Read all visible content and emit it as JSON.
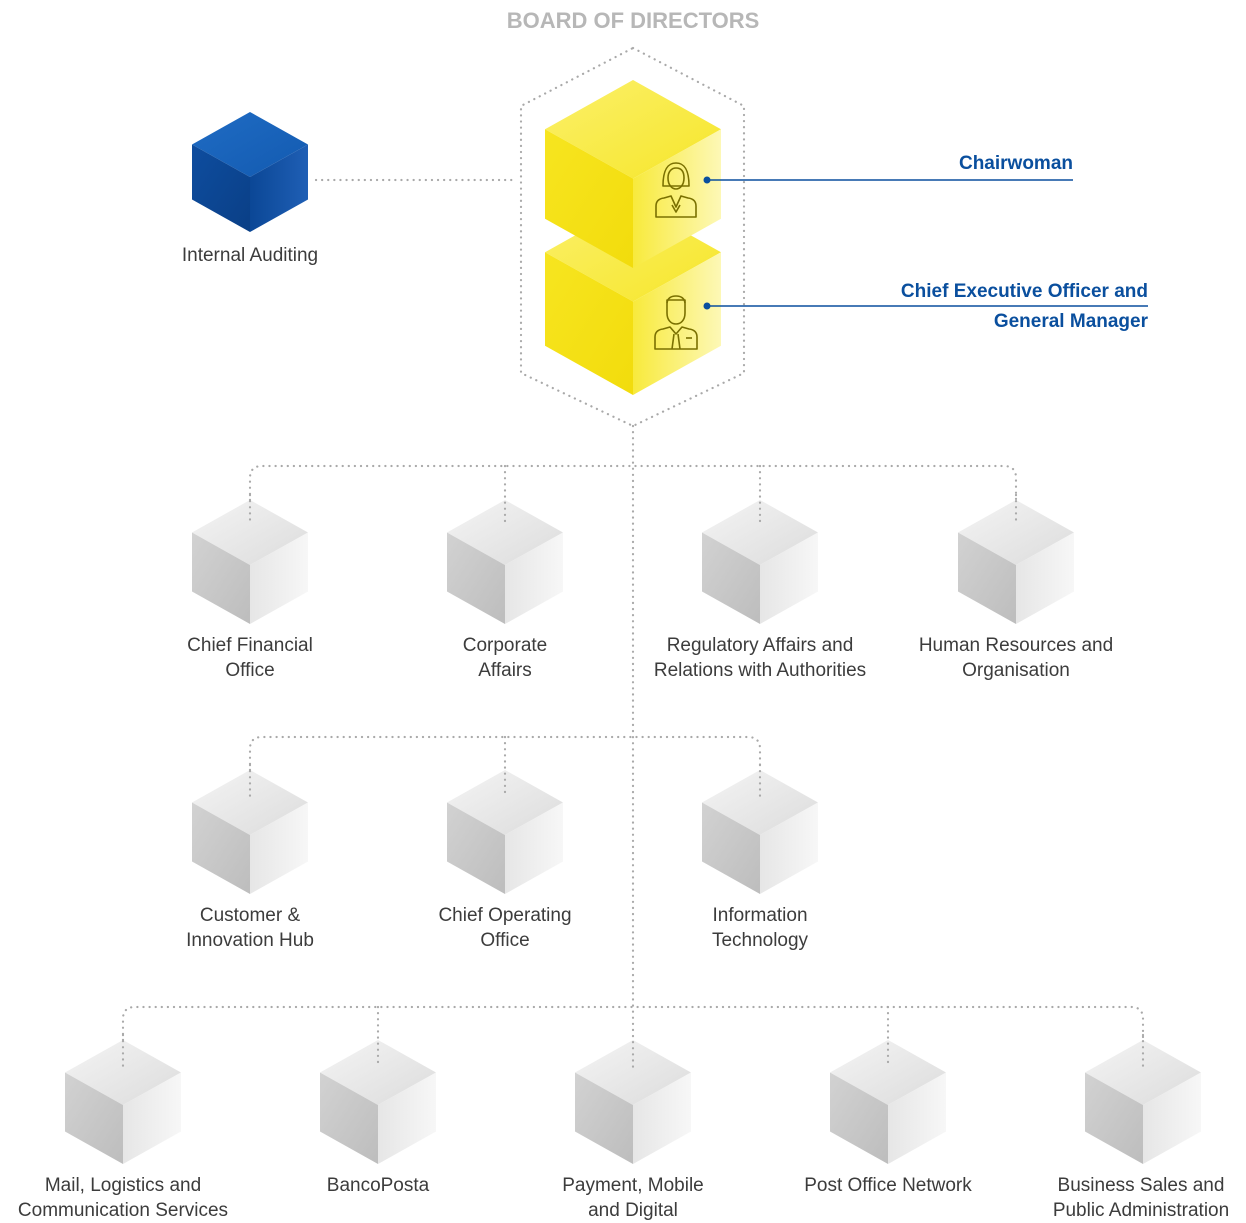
{
  "title": "BOARD OF DIRECTORS",
  "colors": {
    "accent_blue": "#0a4f9e",
    "yellow": "#f5e21a",
    "grey_cube": "#cfcfcf",
    "connector": "#a9a9a9"
  },
  "executives": {
    "chairwoman": {
      "label": "Chairwoman",
      "icon": "woman-icon"
    },
    "ceo": {
      "line1": "Chief Executive Officer and",
      "line2": "General Manager",
      "icon": "man-icon"
    }
  },
  "internal_auditing": {
    "label": "Internal Auditing"
  },
  "row1": [
    {
      "line1": "Chief Financial",
      "line2": "Office"
    },
    {
      "line1": "Corporate",
      "line2": "Affairs"
    },
    {
      "line1": "Regulatory Affairs and",
      "line2": "Relations with Authorities"
    },
    {
      "line1": "Human Resources and",
      "line2": "Organisation"
    }
  ],
  "row2": [
    {
      "line1": "Customer &",
      "line2": "Innovation Hub"
    },
    {
      "line1": "Chief Operating",
      "line2": "Office"
    },
    {
      "line1": "Information",
      "line2": "Technology"
    }
  ],
  "row3": [
    {
      "line1": "Mail, Logistics and",
      "line2": "Communication Services"
    },
    {
      "line1": "BancoPosta",
      "line2": ""
    },
    {
      "line1": "Payment, Mobile",
      "line2": "and Digital"
    },
    {
      "line1": "Post Office Network",
      "line2": ""
    },
    {
      "line1": "Business Sales and",
      "line2": "Public Administration"
    }
  ]
}
